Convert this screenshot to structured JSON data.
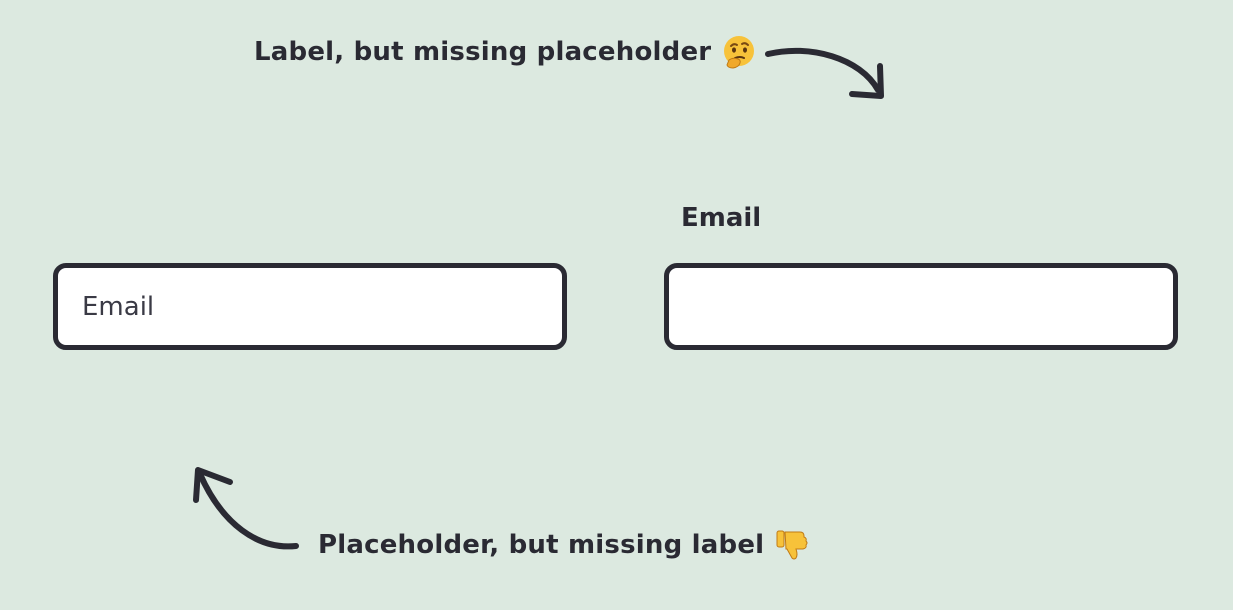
{
  "annotations": {
    "top_text": "Label, but missing placeholder",
    "top_icon": "thinking-face-icon",
    "bottom_text": "Placeholder, but missing label",
    "bottom_icon": "thumbs-down-icon"
  },
  "left_field": {
    "placeholder": "Email",
    "value": ""
  },
  "right_field": {
    "label": "Email",
    "value": ""
  },
  "colors": {
    "background": "#dce9e0",
    "ink": "#2a2a33",
    "input_bg": "#ffffff",
    "emoji_yellow": "#f7c23a"
  }
}
